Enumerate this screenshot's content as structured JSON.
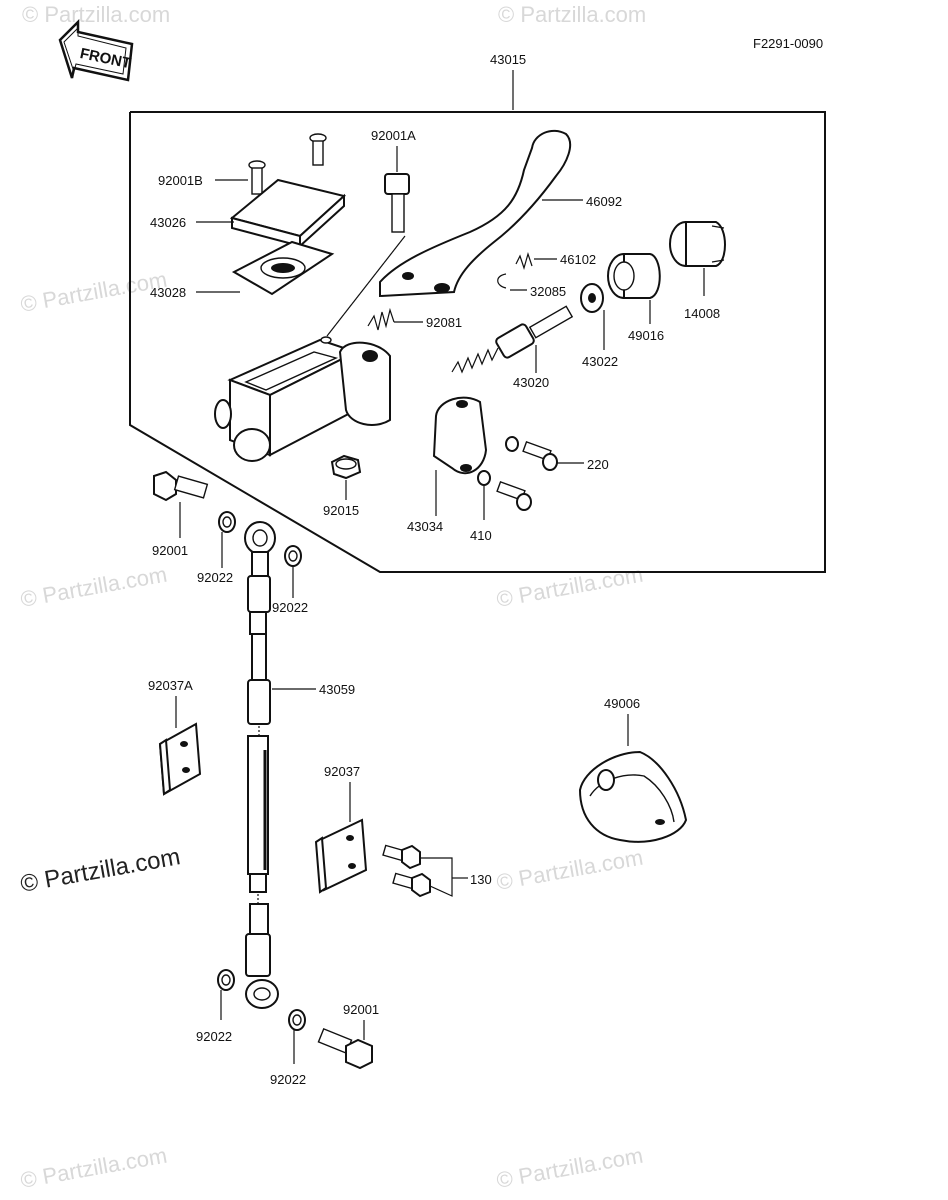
{
  "diagram": {
    "code": "F2291-0090",
    "front_label": "FRONT",
    "watermark": "© Partzilla.com",
    "assembly_label": "43015",
    "parts": {
      "p92001B": "92001B",
      "p43026": "43026",
      "p43028": "43028",
      "p92001A": "92001A",
      "p46092": "46092",
      "p46102": "46102",
      "p32085": "32085",
      "p14008": "14008",
      "p49016": "49016",
      "p43022": "43022",
      "p92081": "92081",
      "p43020": "43020",
      "p220": "220",
      "p92015": "92015",
      "p43034": "43034",
      "p410": "410",
      "p92001_top": "92001",
      "p92022_a": "92022",
      "p92022_b": "92022",
      "p43059": "43059",
      "p92037A": "92037A",
      "p49006": "49006",
      "p92037": "92037",
      "p130": "130",
      "p92001_bottom": "92001",
      "p92022_c": "92022",
      "p92022_d": "92022"
    }
  }
}
